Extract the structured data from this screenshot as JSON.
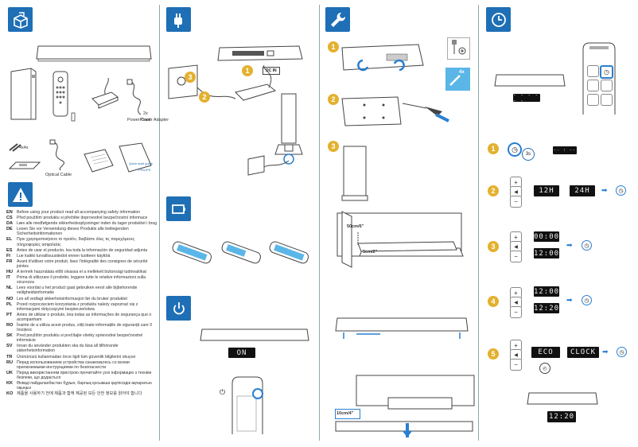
{
  "colors": {
    "accent": "#1e6fb5",
    "step": "#e3b130",
    "arrow": "#2a7fd0"
  },
  "icons": [
    "box-icon",
    "plug-icon",
    "wrench-icon",
    "clock-icon",
    "warning-icon",
    "battery-icon",
    "power-icon"
  ],
  "box": {
    "cable_count": "2x",
    "power_cord": "Power Cord",
    "power_adapter": "Power Adapter",
    "screw_count": "4x4x",
    "optical_cable": "Optical Cable",
    "quick_start": "Quick start guide",
    "brand": "PHILIPS"
  },
  "connect": {
    "dc_in": "DC IN",
    "step1": "1",
    "step2": "2"
  },
  "wall": {
    "step1": "1",
    "step2": "2",
    "step3": "3",
    "screw_count": "4x",
    "measure_top": "50cm/6\"",
    "measure_side": "5cm/2\"",
    "measure_bottom": "10cm/4\""
  },
  "power": {
    "display": "ON"
  },
  "clock": {
    "step1": "1",
    "step2": "2",
    "step3": "3",
    "step4": "4",
    "step5": "5",
    "hold_time": "3s",
    "display_h12": "12H",
    "display_h24": "24H",
    "display_hour": "00:00",
    "display_hour_set": "12:00",
    "display_min": "12:00",
    "display_min_set": "12:20",
    "display_eco": "ECO",
    "display_clock": "CLOCK",
    "final_display": "12:20",
    "plus": "+",
    "minus": "−"
  },
  "languages": [
    {
      "code": "EN",
      "text": "Before using your product read all accompanying safety information"
    },
    {
      "code": "CS",
      "text": "Před použitím produktu si přečtěte doprovodné bezpečnostní informace"
    },
    {
      "code": "DA",
      "text": "Læs alle medfølgende sikkerhedsoplysninger inden du tager produktet i brug"
    },
    {
      "code": "DE",
      "text": "Lesen Sie vor Verwendung dieses Produkts alle beiliegenden Sicherheitsinformationen"
    },
    {
      "code": "EL",
      "text": "Πριν χρησιμοποιήσετε το προϊόν, διαβάστε όλες τις παρεχόμενες πληροφορίες ασφαλείας"
    },
    {
      "code": "ES",
      "text": "Antes de usar el producto, lea toda la información de seguridad adjunta"
    },
    {
      "code": "FI",
      "text": "Lue kaikki turvallisuustiedot ennen tuotteen käyttöä"
    },
    {
      "code": "FR",
      "text": "Avant d'utiliser votre produit, lisez l'intégralité des consignes de sécurité jointes"
    },
    {
      "code": "HU",
      "text": "A termék használata előtt olvassa el a mellékelt biztonsági tudnivalókat"
    },
    {
      "code": "IT",
      "text": "Prima di utilizzare il prodotto, leggere tutte le relative informazioni sulla sicurezza"
    },
    {
      "code": "NL",
      "text": "Lees voordat u het product gaat gebruiken eerst alle bijbehorende veiligheidsinformatie"
    },
    {
      "code": "NO",
      "text": "Les all vedlagt sikkerhetsinformasjon før du bruker produktet"
    },
    {
      "code": "PL",
      "text": "Przed rozpoczęciem korzystania z produktu należy zapoznać się z informacjami dotyczącymi bezpieczeństwa"
    },
    {
      "code": "PT",
      "text": "Antes de utilizar o produto, leia todas as informações de segurança que o acompanham"
    },
    {
      "code": "RO",
      "text": "Înainte de a utiliza acest produs, citiți toate informațiile de siguranță care îl însoțesc"
    },
    {
      "code": "SK",
      "text": "Pred použitím produktu si prečítajte všetky sprievodné bezpečnostné informácie"
    },
    {
      "code": "SV",
      "text": "Innan du använder produkten ska du läsa all tillhörande säkerhetsinformation"
    },
    {
      "code": "TR",
      "text": "Ürününüzü kullanmadan önce ilgili tüm güvenlik bilgilerini okuyun"
    },
    {
      "code": "RU",
      "text": "Перед использованием устройства ознакомьтесь со всеми прилагаемыми инструкциями по безопасности"
    },
    {
      "code": "UK",
      "text": "Перед використанням пристрою прочитайте усю інформацію з техніки безпеки, що додається"
    },
    {
      "code": "KK",
      "text": "Өнімді пайдаланбастан бұрын, барлық қосымша қауіпсіздік ақпаратын оқыңыз"
    },
    {
      "code": "KO",
      "text": "제품을 사용하기 전에 제품과 함께 제공된 모든 안전 정보를 읽어야 합니다"
    }
  ]
}
